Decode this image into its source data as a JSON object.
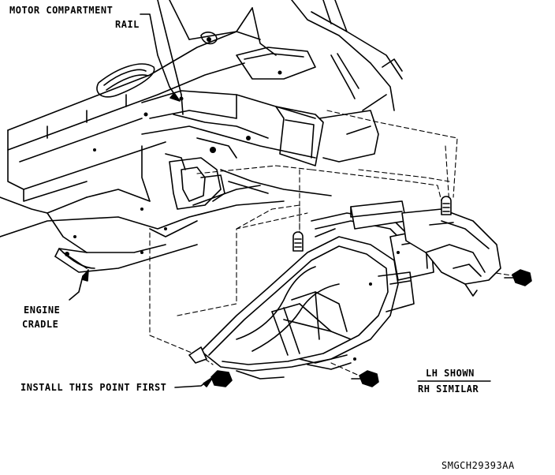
{
  "labels": {
    "motor_compartment_line1": "MOTOR COMPARTMENT",
    "motor_compartment_line2": "RAIL",
    "engine_cradle_line1": "ENGINE",
    "engine_cradle_line2": "CRADLE",
    "install_point": "INSTALL THIS POINT FIRST",
    "lh_shown": "LH SHOWN",
    "rh_similar": "RH SIMILAR",
    "figure_id": "SMGCH29393AA"
  }
}
